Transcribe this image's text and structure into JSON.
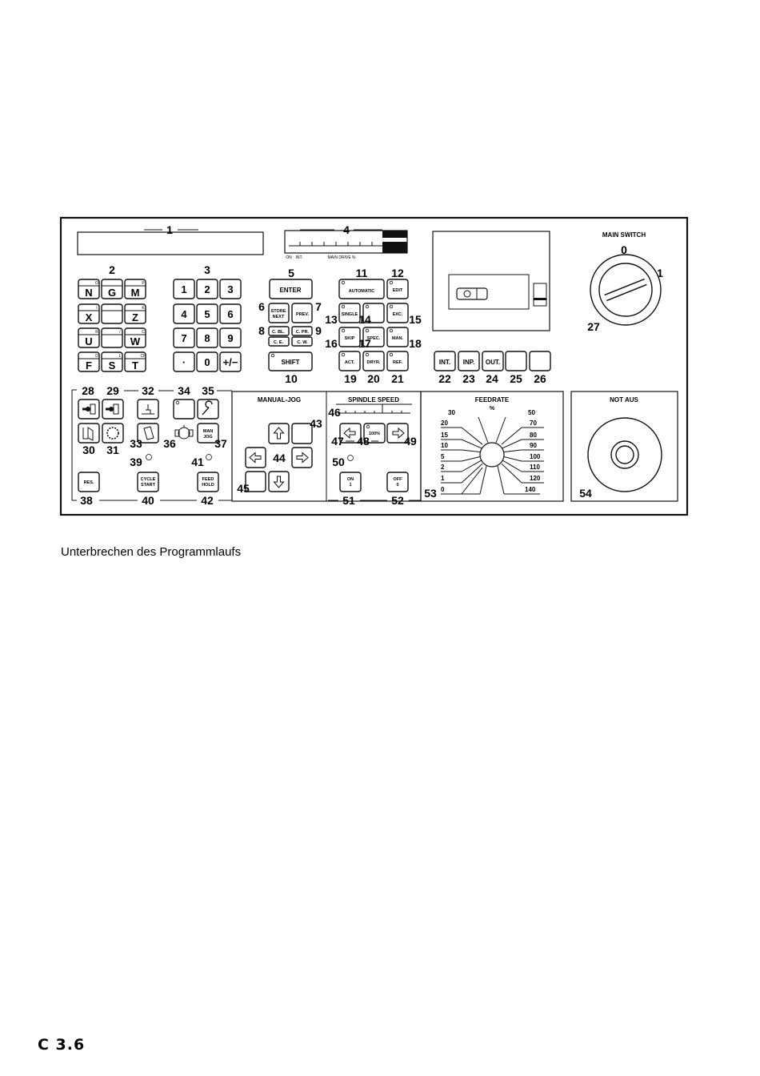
{
  "caption": "Unterbrechen des Programmlaufs",
  "page_number": "C 3.6",
  "numbers": {
    "n1": "1",
    "n2": "2",
    "n3": "3",
    "n4": "4",
    "n5": "5",
    "n6": "6",
    "n7": "7",
    "n8": "8",
    "n9": "9",
    "n10": "10",
    "n11": "11",
    "n12": "12",
    "n13": "13",
    "n14": "14",
    "n15": "15",
    "n16": "16",
    "n17": "17",
    "n18": "18",
    "n19": "19",
    "n20": "20",
    "n21": "21",
    "n22": "22",
    "n23": "23",
    "n24": "24",
    "n25": "25",
    "n26": "26",
    "n27": "27",
    "n28": "28",
    "n29": "29",
    "n30": "30",
    "n31": "31",
    "n32": "32",
    "n33": "33",
    "n34": "34",
    "n35": "35",
    "n36": "36",
    "n37": "37",
    "n38": "38",
    "n39": "39",
    "n40": "40",
    "n41": "41",
    "n42": "42",
    "n43": "43",
    "n44": "44",
    "n45": "45",
    "n46": "46",
    "n47": "47",
    "n48": "48",
    "n49": "49",
    "n50": "50",
    "n51": "51",
    "n52": "52",
    "n53": "53",
    "n54": "54",
    "ms0": "0",
    "ms1": "1"
  },
  "address_keys": {
    "r1": [
      "N",
      "G",
      "M"
    ],
    "r1_sub": [
      "O",
      "",
      "P"
    ],
    "r2": [
      "X",
      "",
      "Z"
    ],
    "r2_sub": [
      "I",
      "",
      "K"
    ],
    "r3": [
      "U",
      "",
      "W"
    ],
    "r3_sub": [
      "R",
      "/",
      "C"
    ],
    "r4": [
      "F",
      "S",
      "T"
    ],
    "r4_sub": [
      "D",
      "L",
      "CP"
    ]
  },
  "num_keys": [
    "1",
    "2",
    "3",
    "4",
    "5",
    "6",
    "7",
    "8",
    "9",
    "·",
    "0",
    "+/−"
  ],
  "labels": {
    "enter": "ENTER",
    "store": "STORE",
    "next": "NEXT",
    "prev": "PREV.",
    "cbl": "C. BL.",
    "cpr": "C. PR.",
    "ce": "C. E.",
    "cw": "C. W.",
    "shift": "SHIFT",
    "automatic": "AUTOMATIC",
    "edit": "EDIT",
    "single": "SINGLE",
    "exc": "EXC.",
    "skip": "SKIP",
    "spec": "SPEC.",
    "man": "MAN.",
    "act": "ACT.",
    "dryr": "DRYR.",
    "ref": "REF.",
    "int": "INT.",
    "inp": "INP.",
    "out": "OUT.",
    "on_lbl": "ON",
    "int_lbl": "INT.",
    "main_drive": "MAIN DRIVE %",
    "main_switch": "MAIN SWITCH",
    "not_aus": "NOT  AUS",
    "manual_jog": "MANUAL-JOG",
    "spindle_speed": "SPINDLE SPEED",
    "feedrate": "FEEDRATE",
    "percent": "%",
    "sp100": "100%",
    "on": "ON",
    "one": "1",
    "off": "OFF",
    "zero": "0",
    "res": "RES.",
    "cycle": "CYCLE",
    "start": "START",
    "feed": "FEED",
    "hold": "HOLD",
    "man_jog1": "MAN",
    "man_jog2": "JOG"
  },
  "feedrate_left": [
    "30",
    "20",
    "15",
    "10",
    "5",
    "2",
    "1",
    "0"
  ],
  "feedrate_right": [
    "50",
    "70",
    "80",
    "90",
    "100",
    "110",
    "120",
    "140"
  ]
}
